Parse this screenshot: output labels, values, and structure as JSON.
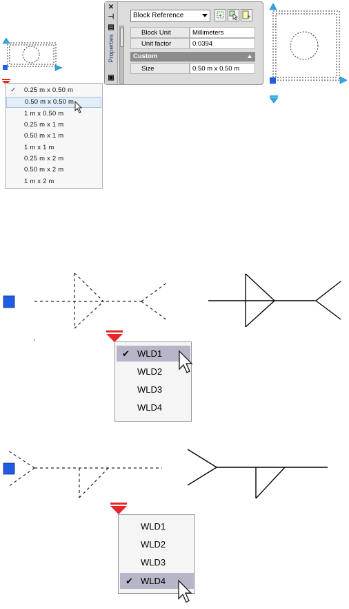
{
  "properties_palette": {
    "close_icon": "close-icon",
    "vertical_title": "Properties",
    "object_type": "Block Reference",
    "rows": [
      {
        "label": "Block Unit",
        "value": "Millimeters"
      },
      {
        "label": "Unit factor",
        "value": "0.0394"
      }
    ],
    "section": "Custom",
    "custom_rows": [
      {
        "label": "Size",
        "value": "0.50 m x 0.50 m"
      }
    ]
  },
  "size_dropdown": {
    "selected_index": 1,
    "checked_index": 0,
    "items": [
      "0.25 m x 0.50 m",
      "0.50 m x 0.50 m",
      "1 m x 0.50 m",
      "0.25 m x 1 m",
      "0.50 m x 1 m",
      "1 m x 1 m",
      "0.25 m x 2 m",
      "0.50 m x 2 m",
      "1 m x 2 m"
    ]
  },
  "weld_menu_1": {
    "checked_item": "WLD1",
    "items": [
      "WLD1",
      "WLD2",
      "WLD3",
      "WLD4"
    ]
  },
  "weld_menu_2": {
    "checked_item": "WLD4",
    "items": [
      "WLD1",
      "WLD2",
      "WLD3",
      "WLD4"
    ]
  },
  "colors": {
    "grip_blue": "#1e5ce6",
    "grip_cyan": "#2ea8e8",
    "lookup_red": "#e8262a",
    "menu_highlight": "#b6b6c8",
    "palette_bg": "#dcdcdc"
  }
}
